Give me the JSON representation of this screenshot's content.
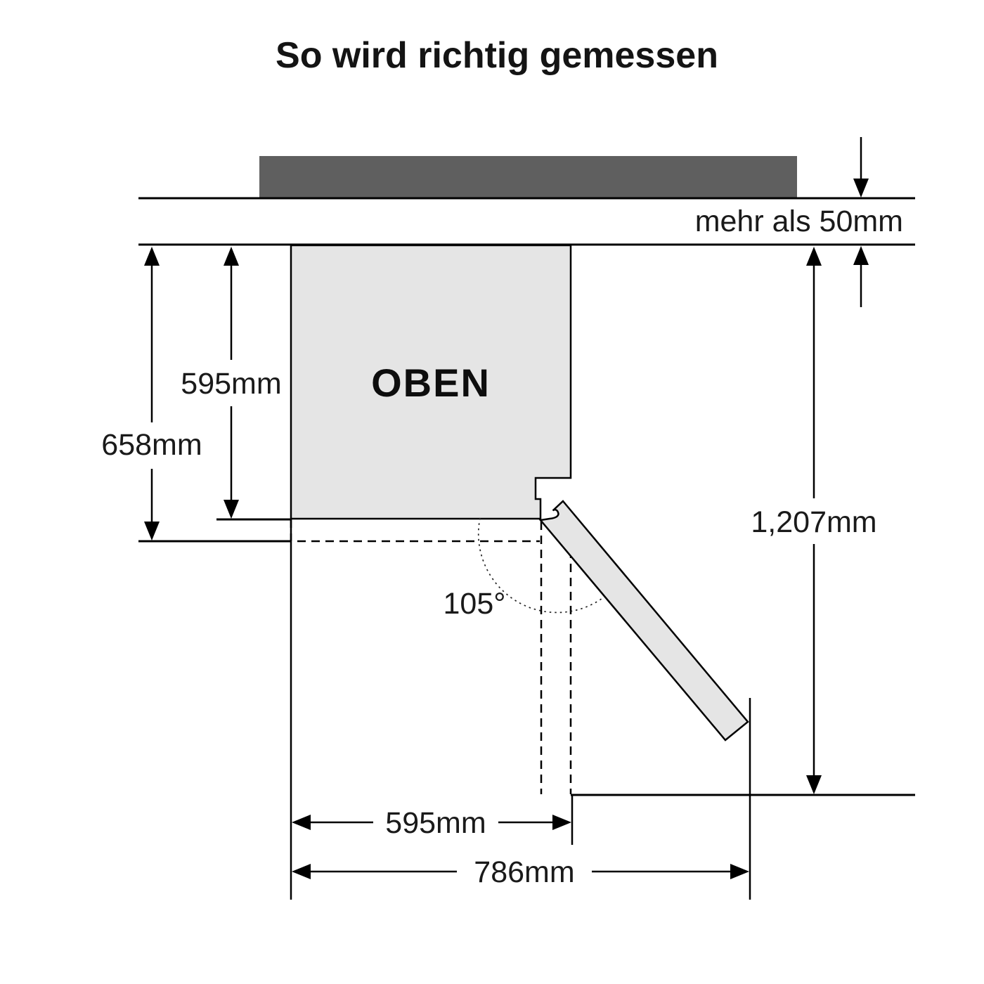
{
  "title": "So wird richtig gemessen",
  "colors": {
    "wall": "#5f5f5f",
    "appliance": "#e5e5e5",
    "ink": "#000000"
  },
  "labels": {
    "top_view": "OBEN",
    "clearance_top": "mehr als 50mm",
    "depth_with_door": "658mm",
    "depth_without_door": "595mm",
    "width_body": "595mm",
    "total_depth_door_open": "1,207mm",
    "swing_clearance_width": "786mm",
    "door_opening_angle": "105°"
  }
}
